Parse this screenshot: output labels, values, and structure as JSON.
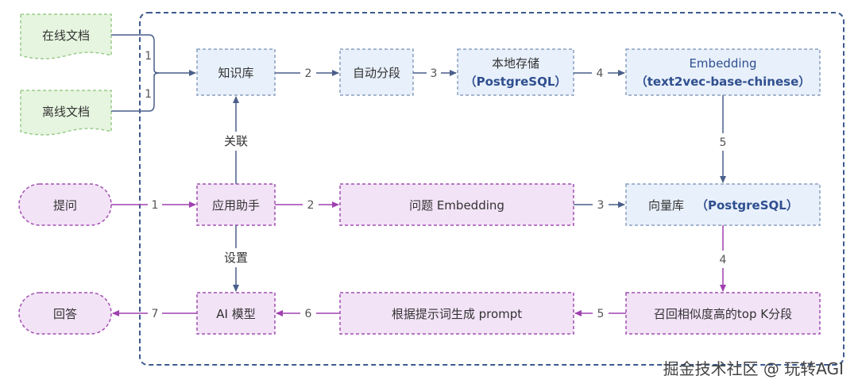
{
  "colors": {
    "blue_fill": "#e8f0fb",
    "blue_stroke": "#8aa0c0",
    "purple_fill": "#f3e3f7",
    "purple_stroke": "#a050b0",
    "green_fill": "#e6f5df",
    "green_stroke": "#9acb8a",
    "frame_stroke": "#3d5a8f",
    "arrow_blue": "#4a5f8a",
    "arrow_purple": "#a040b0"
  },
  "nodes": {
    "online_doc": "在线文档",
    "offline_doc": "离线文档",
    "knowledge_base": "知识库",
    "auto_segment": "自动分段",
    "local_storage_1": "本地存储",
    "local_storage_2": "（PostgreSQL）",
    "embedding_1": "Embedding",
    "embedding_2": "（text2vec-base-chinese）",
    "question": "提问",
    "app_assistant": "应用助手",
    "question_embedding": "问题 Embedding",
    "vector_db": "向量库",
    "vector_db_pg": "（PostgreSQL）",
    "answer": "回答",
    "ai_model": "AI 模型",
    "prompt_gen": "根据提示词生成 prompt",
    "recall": "召回相似度高的top K分段"
  },
  "edge_labels": {
    "online_to_kb": "1",
    "offline_to_kb": "1",
    "kb_to_seg": "2",
    "seg_to_store": "3",
    "store_to_emb": "4",
    "emb_to_vec": "5",
    "q_to_app": "1",
    "app_to_qemb": "2",
    "qemb_to_vec": "3",
    "vec_to_recall": "4",
    "recall_to_prompt": "5",
    "prompt_to_ai": "6",
    "ai_to_answer": "7",
    "associate": "关联",
    "settings": "设置"
  },
  "watermark": "掘金技术社区 @ 玩转AGI"
}
